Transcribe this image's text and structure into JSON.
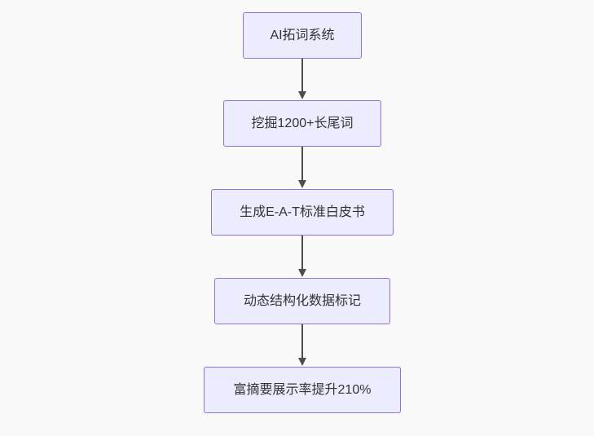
{
  "diagram": {
    "type": "flowchart",
    "direction": "top-down",
    "colors": {
      "canvas_bg": "#f9f9f9",
      "node_fill": "#ececff",
      "node_border": "#9370db",
      "edge_color": "#4d4d4d",
      "text_color": "#333333"
    },
    "nodes": [
      {
        "label": "AI拓词系统"
      },
      {
        "label": "挖掘1200+长尾词"
      },
      {
        "label": "生成E-A-T标准白皮书"
      },
      {
        "label": "动态结构化数据标记"
      },
      {
        "label": "富摘要展示率提升210%"
      }
    ],
    "edges": [
      {
        "from": 0,
        "to": 1,
        "arrow": "down"
      },
      {
        "from": 1,
        "to": 2,
        "arrow": "down"
      },
      {
        "from": 2,
        "to": 3,
        "arrow": "down"
      },
      {
        "from": 3,
        "to": 4,
        "arrow": "down"
      }
    ]
  }
}
